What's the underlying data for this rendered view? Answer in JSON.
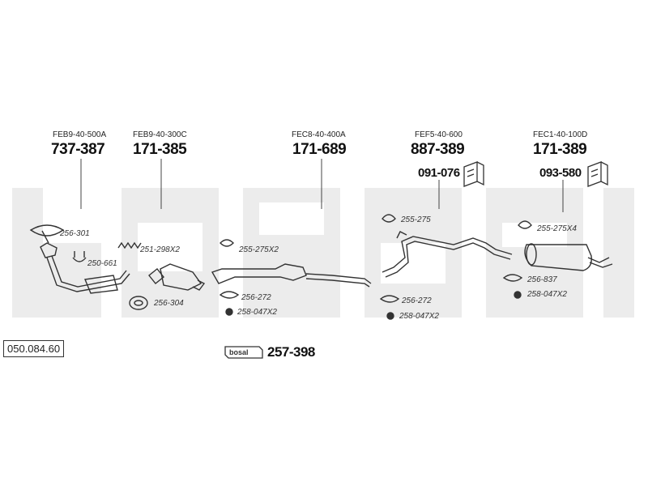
{
  "brand_watermark": "bosal",
  "catalog_code": "050.084.60",
  "main_kit": {
    "badge": "bosal",
    "number": "257-398"
  },
  "columns": [
    {
      "ref": "FEB9-40-500A",
      "number": "737-387"
    },
    {
      "ref": "FEB9-40-300C",
      "number": "171-385"
    },
    {
      "ref": "FEC8-40-400A",
      "number": "171-689"
    },
    {
      "ref": "FEF5-40-600",
      "number": "887-389",
      "kit": "091-076"
    },
    {
      "ref": "FEC1-40-100D",
      "number": "171-389",
      "kit": "093-580"
    }
  ],
  "parts": {
    "p256_301": "256-301",
    "p251_298": "251-298X2",
    "p250_661": "250-661",
    "p256_304": "256-304",
    "p255_275x2": "255-275X2",
    "p256_272_a": "256-272",
    "p258_047_a": "258-047X2",
    "p255_275": "255-275",
    "p256_272_b": "256-272",
    "p258_047_b": "258-047X2",
    "p255_275x4": "255-275X4",
    "p256_837": "256-837",
    "p258_047_c": "258-047X2"
  }
}
